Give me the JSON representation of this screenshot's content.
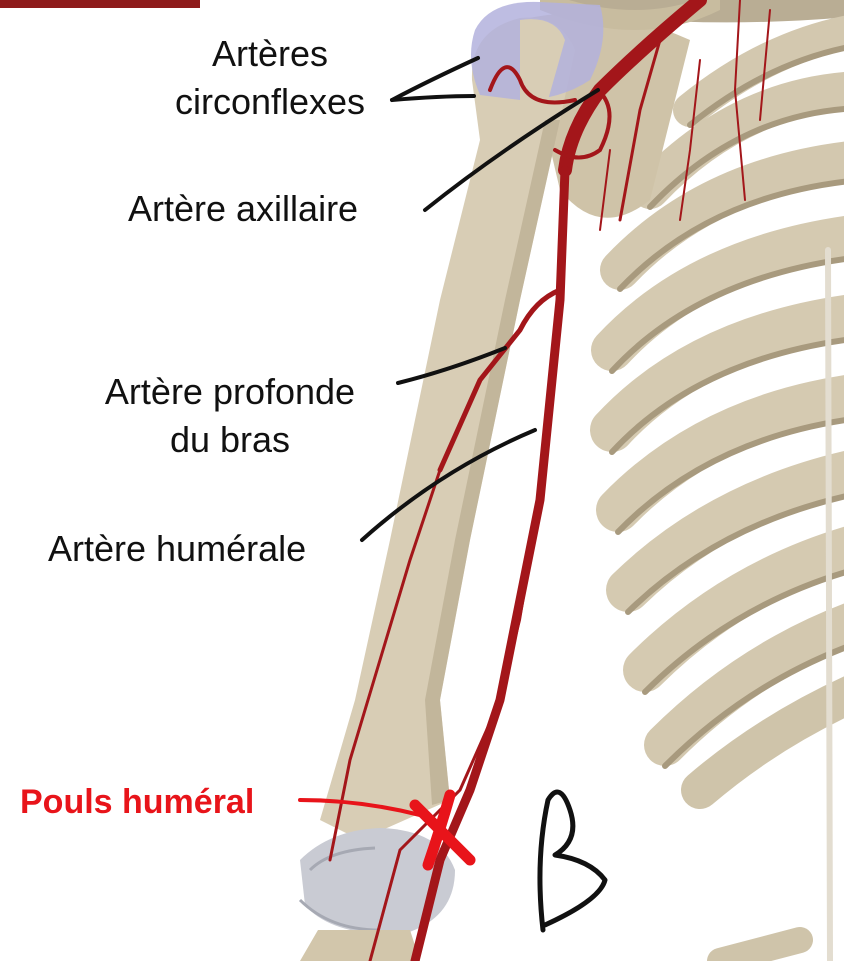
{
  "colors": {
    "bone": "#d8cdb5",
    "bone_shadow": "#b3a68a",
    "cartilage": "#b3b2dd",
    "artery": "#a3161a",
    "pointer": "#111111",
    "highlight": "#e8141a",
    "banner": "#8e1b1b"
  },
  "labels": {
    "circumflex_line1": "Artères",
    "circumflex_line2": "circonflexes",
    "axillary": "Artère axillaire",
    "deep_line1": "Artère profonde",
    "deep_line2": "du bras",
    "brachial": "Artère humérale",
    "pulse": "Pouls huméral",
    "pulse_mark": "X",
    "figure_letter": "B"
  }
}
